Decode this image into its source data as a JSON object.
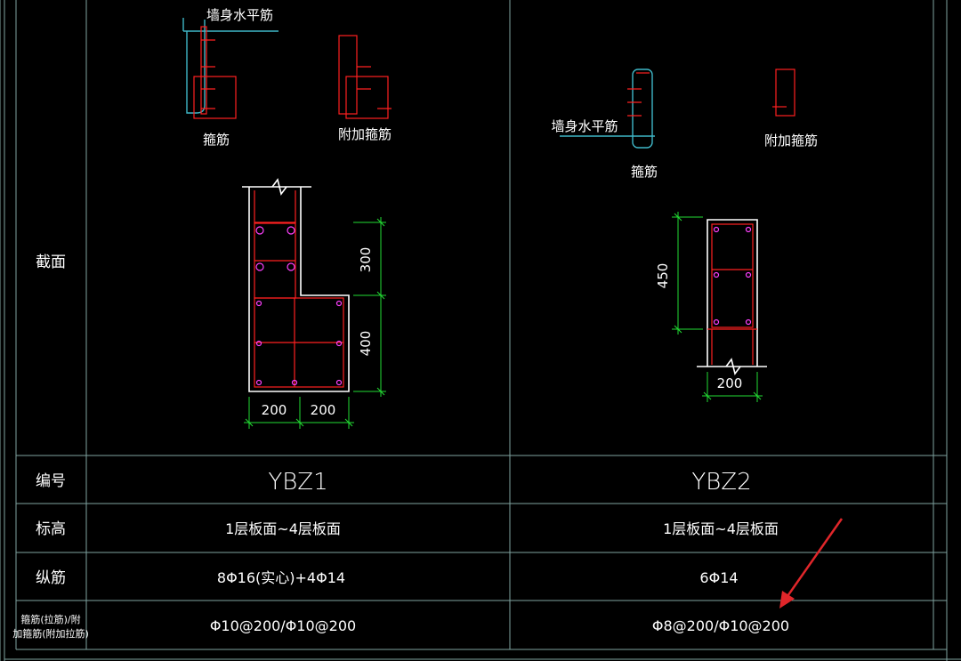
{
  "row_labels": {
    "section": "截面",
    "code": "编号",
    "elevation": "标高",
    "longitudinal": "纵筋",
    "stirrup": "箍筋(拉筋)/附",
    "stirrup2": "加箍筋(附加拉筋)"
  },
  "columns": [
    {
      "code": "YBZ1",
      "elevation": "1层板面~4层板面",
      "longitudinal": "8Φ16(实心)+4Φ14",
      "stirrup": "Φ10@200/Φ10@200",
      "detail_labels": {
        "wall_horizontal": "墙身水平筋",
        "stirrup": "箍筋",
        "additional_stirrup": "附加箍筋"
      },
      "dims": {
        "h1": "300",
        "h2": "400",
        "w1": "200",
        "w2": "200"
      }
    },
    {
      "code": "YBZ2",
      "elevation": "1层板面~4层板面",
      "longitudinal": "6Φ14",
      "stirrup": "Φ8@200/Φ10@200",
      "detail_labels": {
        "wall_horizontal": "墙身水平筋",
        "stirrup": "箍筋",
        "additional_stirrup": "附加箍筋"
      },
      "dims": {
        "h1": "450",
        "w1": "200"
      }
    }
  ],
  "colors": {
    "background": "#000000",
    "grid": "#7fa3a0",
    "rebar": "#ff2020",
    "tie": "#3fb7c7",
    "dimension": "#22dd33",
    "rebar_dot": "#ff40ff",
    "annotation_arrow": "#e0262a"
  }
}
